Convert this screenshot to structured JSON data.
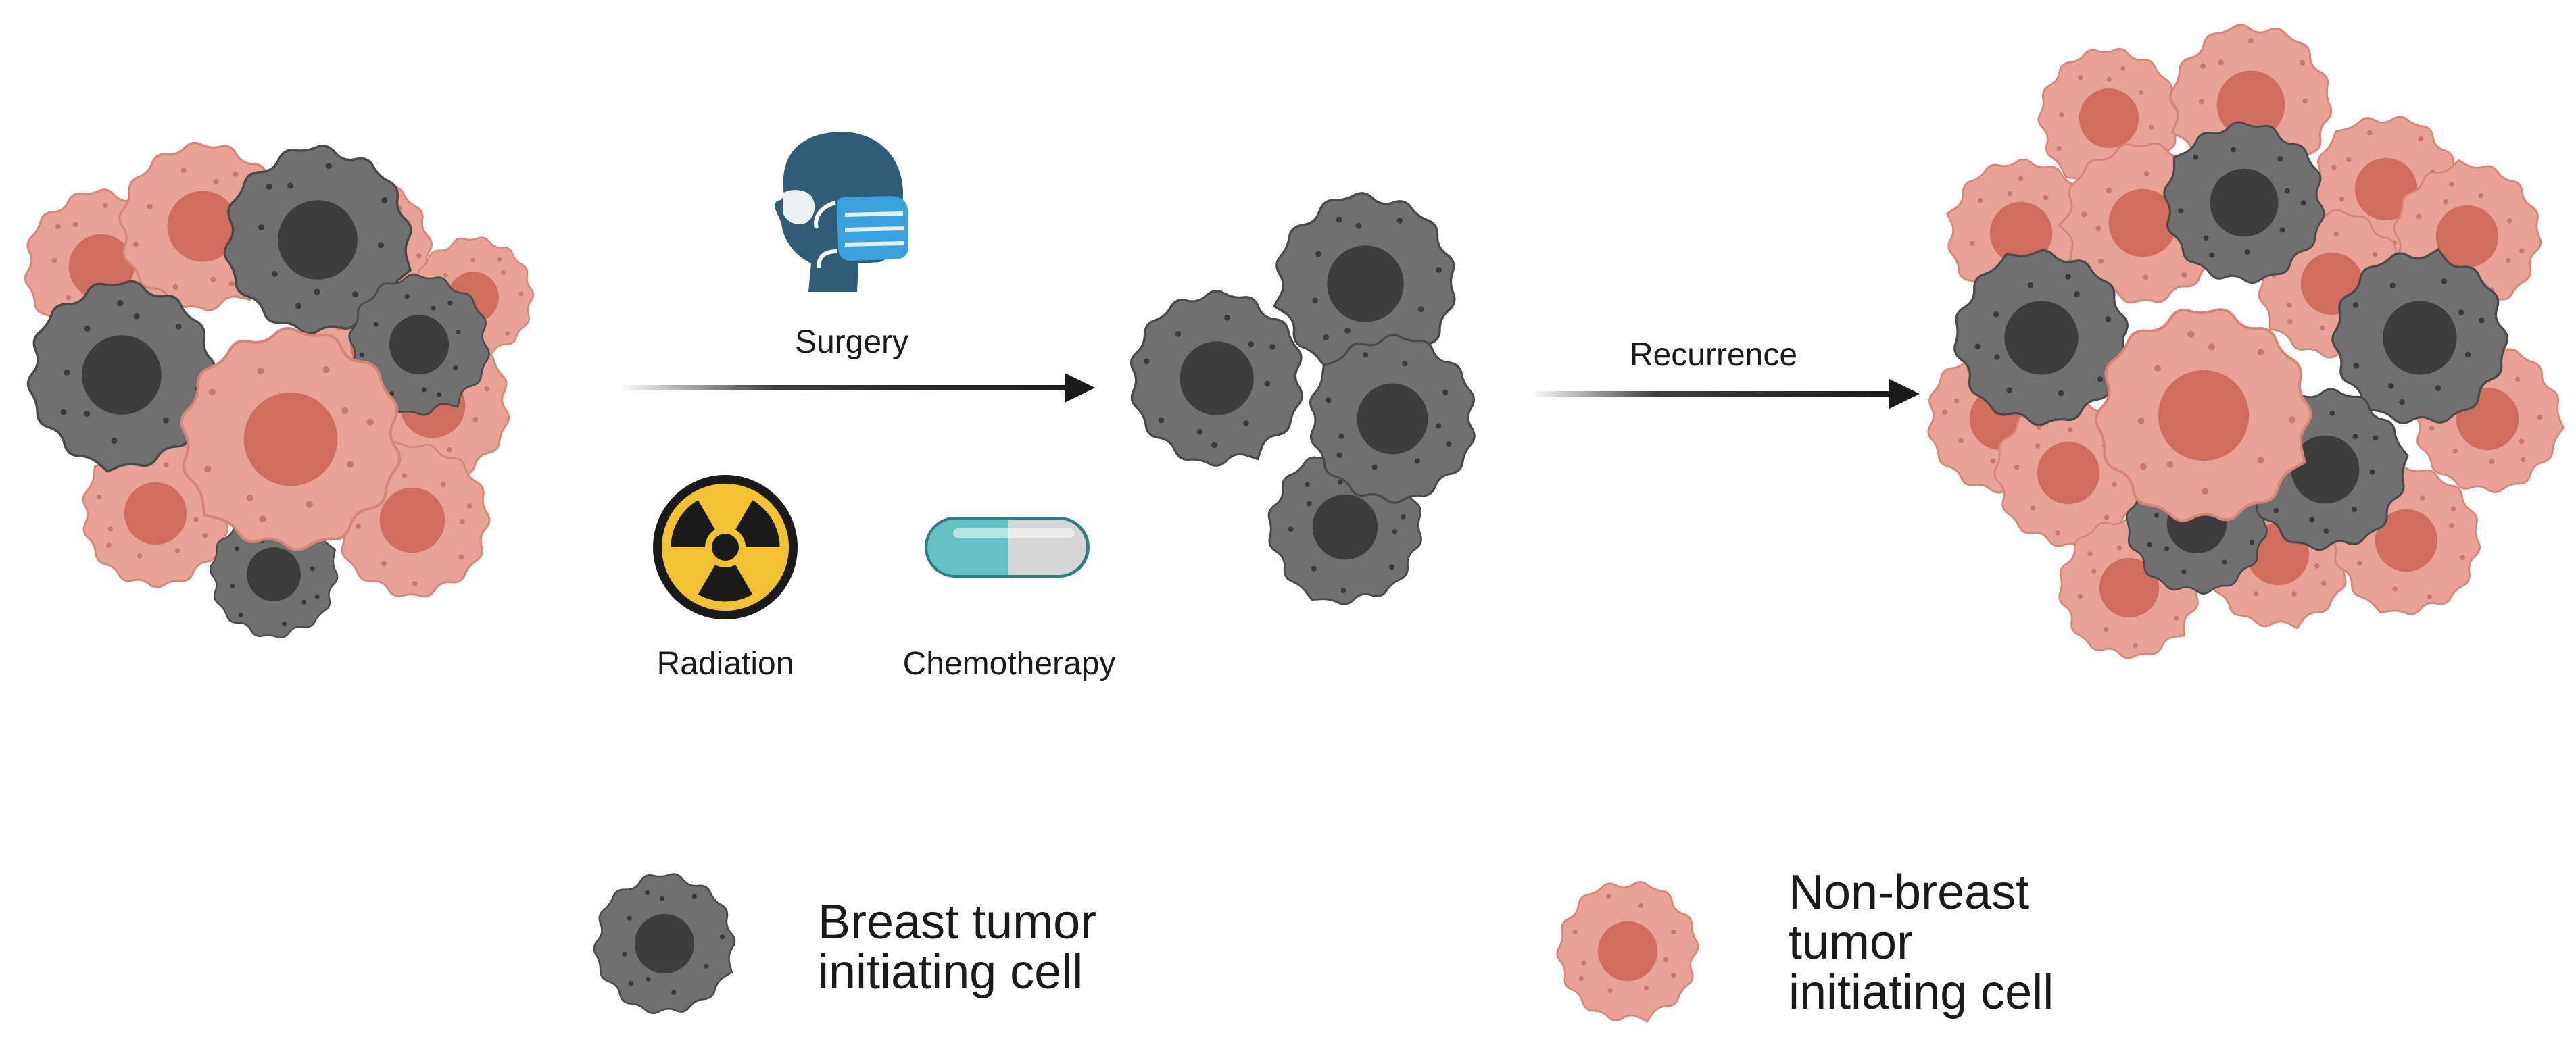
{
  "diagram": {
    "treatments": {
      "surgery_label": "Surgery",
      "radiation_label": "Radiation",
      "chemotherapy_label": "Chemotherapy"
    },
    "recurrence_label": "Recurrence",
    "legend": {
      "btic_line1": "Breast tumor",
      "btic_line2": "initiating cell",
      "non_line1": "Non-breast",
      "non_line2": "tumor",
      "non_line3": "initiating cell"
    },
    "colors": {
      "btic_cell": "#707070",
      "btic_nucleus": "#3d3d3d",
      "non_cell": "#e8a296",
      "non_nucleus": "#cf6e5f",
      "mask_hood": "#2f5d78",
      "mask": "#3aa0de",
      "radiation_yellow": "#f2c232",
      "pill_teal": "#64c2c5",
      "pill_grey": "#d6d6d6",
      "arrow": "#1a1a1a"
    },
    "icons": [
      "surgical-mask-head-icon",
      "radiation-icon",
      "pill-icon"
    ]
  }
}
